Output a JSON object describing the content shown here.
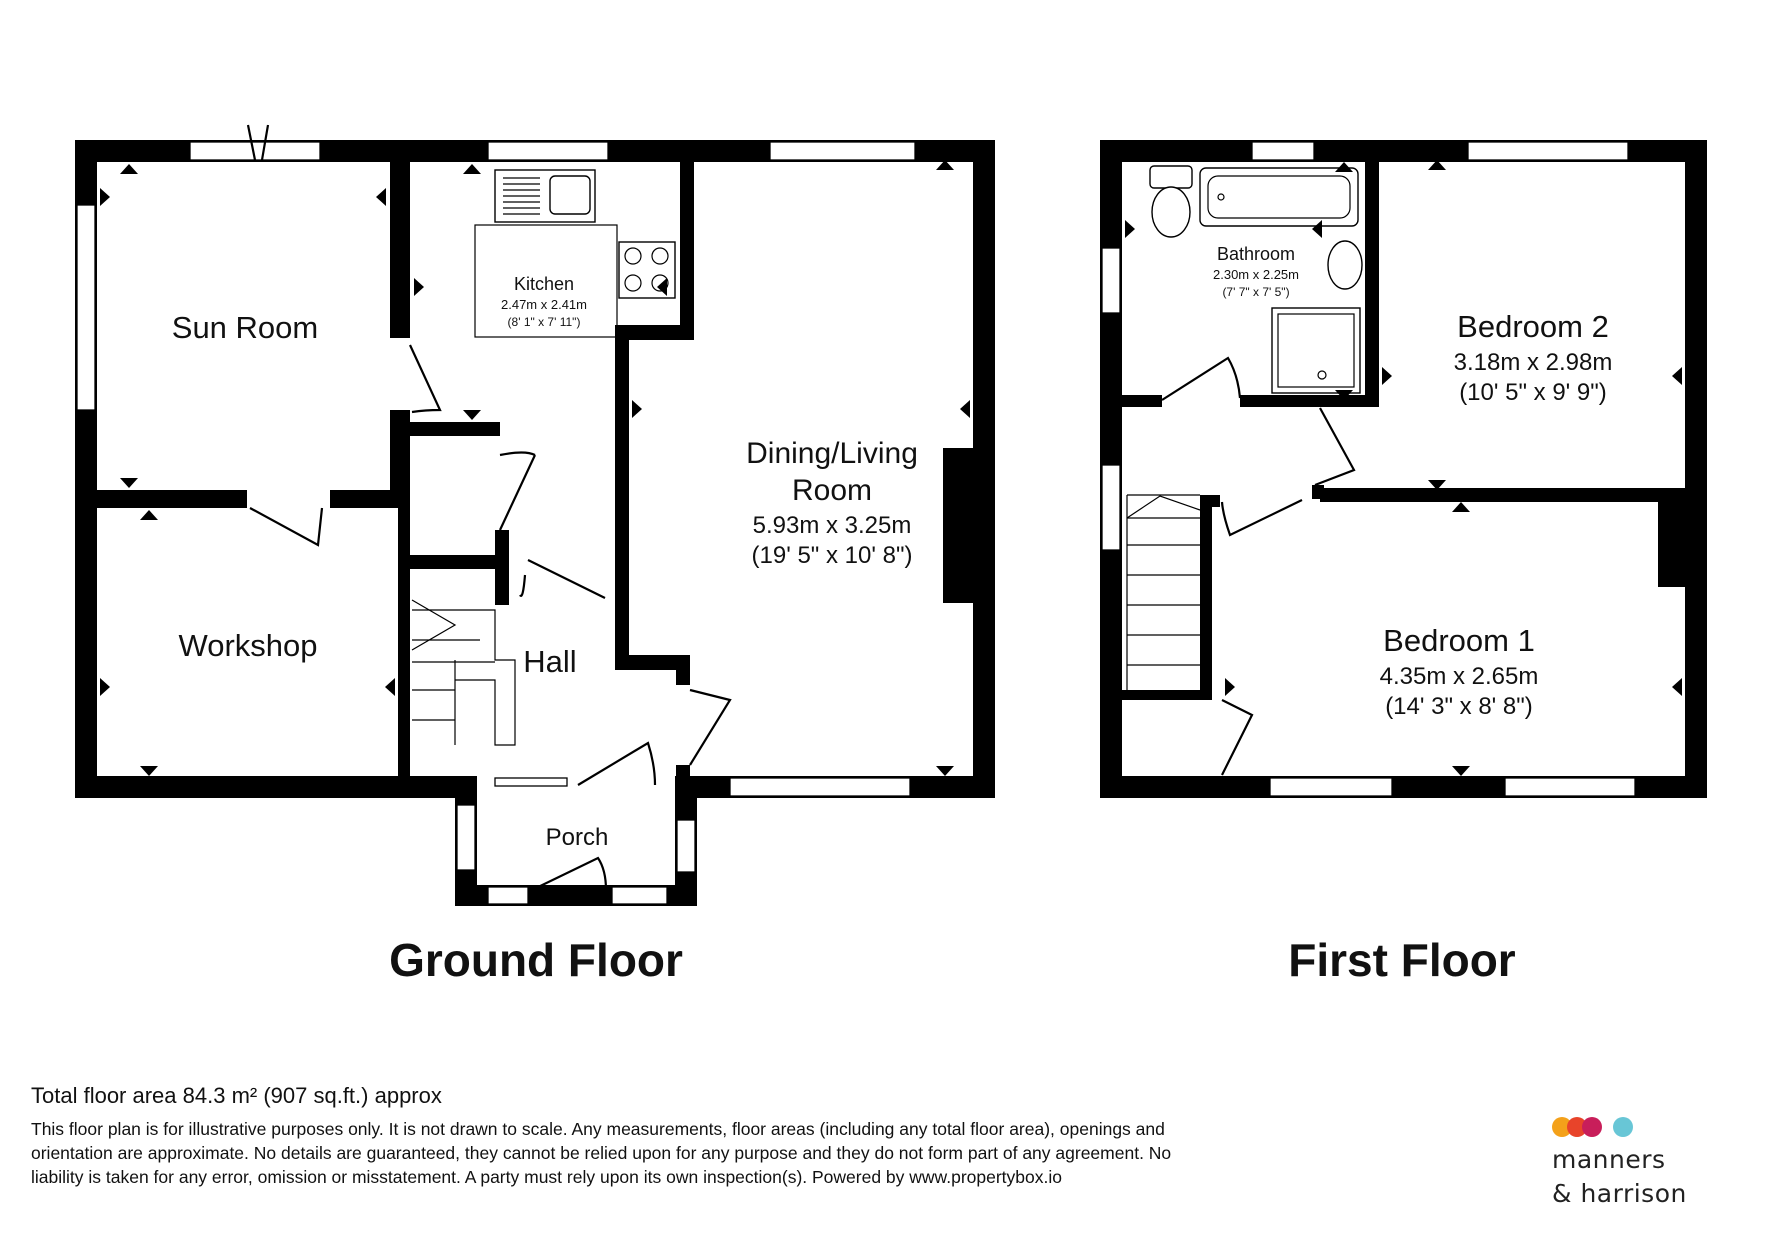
{
  "ground_floor": {
    "title": "Ground Floor",
    "rooms": {
      "sun_room": {
        "name": "Sun Room"
      },
      "kitchen": {
        "name": "Kitchen",
        "dim_metric": "2.47m x 2.41m",
        "dim_imperial": "(8' 1\" x 7' 11\")"
      },
      "dining_living": {
        "name_line1": "Dining/Living",
        "name_line2": "Room",
        "dim_metric": "5.93m x 3.25m",
        "dim_imperial": "(19' 5\" x 10' 8\")"
      },
      "workshop": {
        "name": "Workshop"
      },
      "hall": {
        "name": "Hall"
      },
      "porch": {
        "name": "Porch"
      }
    }
  },
  "first_floor": {
    "title": "First Floor",
    "rooms": {
      "bathroom": {
        "name": "Bathroom",
        "dim_metric": "2.30m x 2.25m",
        "dim_imperial": "(7' 7\" x 7' 5\")"
      },
      "bedroom2": {
        "name": "Bedroom 2",
        "dim_metric": "3.18m x 2.98m",
        "dim_imperial": "(10' 5\" x 9' 9\")"
      },
      "bedroom1": {
        "name": "Bedroom 1",
        "dim_metric": "4.35m x 2.65m",
        "dim_imperial": "(14' 3\" x 8' 8\")"
      }
    }
  },
  "footer": {
    "total_area": "Total floor area 84.3 m² (907 sq.ft.) approx",
    "disclaimer_line1": "This floor plan is for illustrative purposes only. It is not drawn to scale. Any measurements, floor areas (including any total floor area), openings and",
    "disclaimer_line2": "orientation are approximate. No details are guaranteed, they cannot be relied upon for any purpose and they do not form part of any agreement. No",
    "disclaimer_line3": "liability is taken for any error, omission or misstatement. A party must rely upon its own inspection(s). Powered by  www.propertybox.io"
  },
  "brand": {
    "line1": "manners",
    "line2": "& harrison",
    "dot_colors": [
      "#f4a11a",
      "#e8442a",
      "#c81e5a",
      "#68c6d6"
    ]
  },
  "colors": {
    "wall": "#000000",
    "background": "#ffffff"
  }
}
